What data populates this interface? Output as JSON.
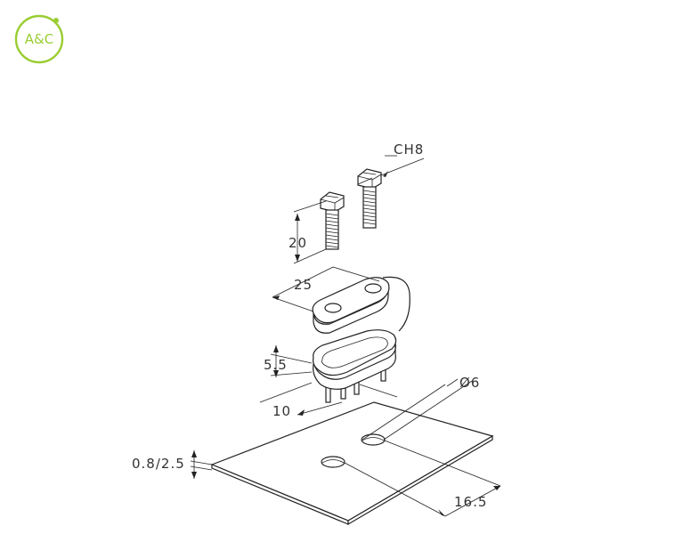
{
  "brand": {
    "logo_text": "A&C",
    "color": "#9acd32"
  },
  "dimensions": {
    "across_flats": "CH8",
    "screw_length": "20",
    "length": "25",
    "height": "5.5",
    "width": "10",
    "hole_diameter": "Ø6",
    "plate_thickness": "0.8/2.5",
    "hole_spacing": "16.5"
  }
}
